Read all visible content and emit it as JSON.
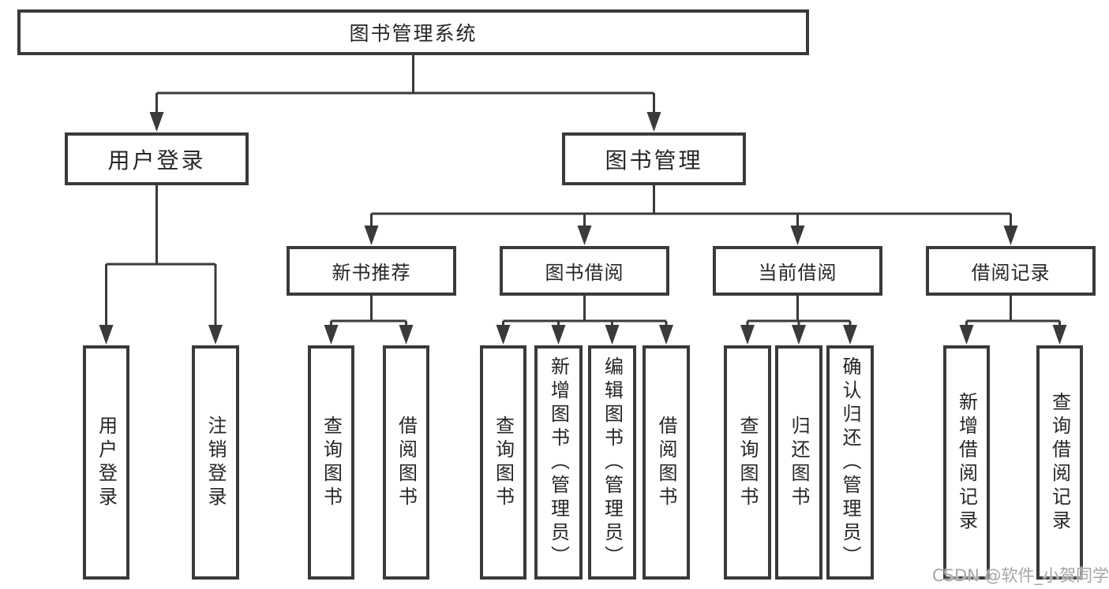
{
  "diagram": {
    "title": "图书管理系统",
    "tree": {
      "label": "图书管理系统",
      "children": [
        {
          "label": "用户登录",
          "children": [
            {
              "label": "用户登录"
            },
            {
              "label": "注销登录"
            }
          ]
        },
        {
          "label": "图书管理",
          "children": [
            {
              "label": "新书推荐",
              "children": [
                {
                  "label": "查询图书"
                },
                {
                  "label": "借阅图书"
                }
              ]
            },
            {
              "label": "图书借阅",
              "children": [
                {
                  "label": "查询图书"
                },
                {
                  "label": "新增图书（管理员）"
                },
                {
                  "label": "编辑图书（管理员）"
                },
                {
                  "label": "借阅图书"
                }
              ]
            },
            {
              "label": "当前借阅",
              "children": [
                {
                  "label": "查询图书"
                },
                {
                  "label": "归还图书"
                },
                {
                  "label": "确认归还（管理员）"
                }
              ]
            },
            {
              "label": "借阅记录",
              "children": [
                {
                  "label": "新增借阅记录"
                },
                {
                  "label": "查询借阅记录"
                }
              ]
            }
          ]
        }
      ]
    }
  },
  "watermark": "CSDN @软件_小贺同学",
  "colors": {
    "background": "#ffffff",
    "line": "#3a3a3a",
    "box_border": "#3a3a3a",
    "text": "#262626",
    "watermark": "#a6a6a6"
  }
}
